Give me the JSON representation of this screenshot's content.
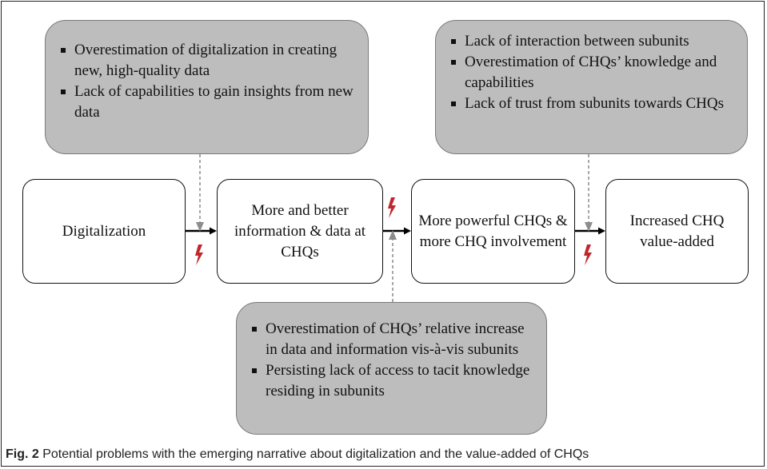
{
  "top_left_box": {
    "items": [
      "Overestimation of digitalization in creating new, high-quality data",
      "Lack of capabilities to gain insights from new data"
    ]
  },
  "top_right_box": {
    "items": [
      "Lack of interaction between subunits",
      "Overestimation of CHQs’ knowledge and capabilities",
      "Lack of trust from subunits towards CHQs"
    ]
  },
  "bottom_box": {
    "items": [
      "Overestimation of CHQs’ relative increase in data and information vis-à-vis subunits",
      "Persisting lack of access to tacit knowledge residing in subunits"
    ]
  },
  "flow_nodes": [
    "Digitalization",
    "More and better information & data at CHQs",
    "More powerful CHQs & more CHQ involvement",
    "Increased CHQ value-added"
  ],
  "colors": {
    "problem_box_fill": "#bdbdbd",
    "lightning": "#c0272d",
    "dashed_arrow": "#8c8c8c",
    "main_arrow": "#000000"
  },
  "caption": {
    "label": "Fig. 2",
    "text": "Potential problems with the emerging narrative about digitalization and the value-added of CHQs"
  }
}
